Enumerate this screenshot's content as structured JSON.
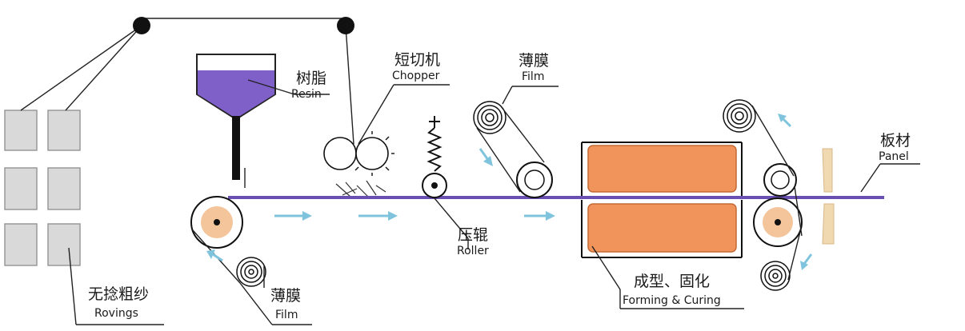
{
  "labels": {
    "rovings_zh": "无捻粗纱",
    "rovings_en": "Rovings",
    "resin_zh": "树脂",
    "resin_en": "Resin",
    "chopper_zh": "短切机",
    "chopper_en": "Chopper",
    "film_top_zh": "薄膜",
    "film_top_en": "Film",
    "film_bottom_zh": "薄膜",
    "film_bottom_en": "Film",
    "roller_zh": "压辊",
    "roller_en": "Roller",
    "forming_zh": "成型、固化",
    "forming_en": "Forming & Curing",
    "panel_zh": "板材",
    "panel_en": "Panel"
  },
  "colors": {
    "resin": "#7f5fc8",
    "film_line": "#6a4fb3",
    "roller_core": "#f4c49a",
    "oven": "#f0945b",
    "arrow": "#7fc4dc",
    "panel_cutter": "#f0d8b0"
  }
}
